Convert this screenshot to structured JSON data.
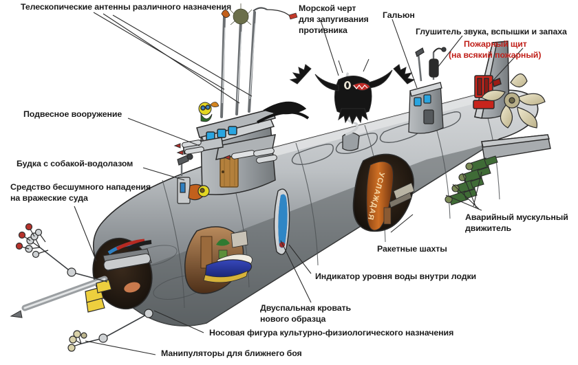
{
  "diagram": {
    "title": "Телескопические антенны различного назначения",
    "subject": "submarine-cutaway-humorous-diagram",
    "language": "ru",
    "background_color": "#ffffff",
    "text_color": "#1b1b1b",
    "palette": {
      "hull_light": "#c9cbcd",
      "hull_mid": "#9a9ea2",
      "hull_dark": "#6f7477",
      "hull_shadow": "#4c5052",
      "outline": "#2b2b2b",
      "window_blue": "#2aa5e0",
      "door_wood": "#b4803c",
      "bed_blue": "#22309a",
      "cabin_brown": "#8a5a33",
      "bottle_orange": "#c9651d",
      "fire_red": "#d2261d",
      "propeller_cream": "#d9cfa8",
      "oar_green": "#3f6b36",
      "gauge_blue": "#2f86c5",
      "devil_black": "#151515",
      "devil_mouth": "#c02a26",
      "brass_yellow": "#e8c63a",
      "spring_grey": "#cfcfcf"
    }
  },
  "labels": [
    {
      "id": "telescopic-antennas",
      "text": "Телескопические антенны различного назначения"
    },
    {
      "id": "suspended-armament",
      "text": "Подвесное вооружение"
    },
    {
      "id": "dog-diver-kennel",
      "text": "Будка с собакой-водолазом"
    },
    {
      "id": "silent-attack-means-1",
      "text": "Средство бесшумного нападения"
    },
    {
      "id": "silent-attack-means-2",
      "text": "на вражеские суда"
    },
    {
      "id": "sea-devil-1",
      "text": "Морской черт"
    },
    {
      "id": "sea-devil-2",
      "text": "для запугивания"
    },
    {
      "id": "sea-devil-3",
      "text": "противника"
    },
    {
      "id": "galley-head",
      "text": "Гальюн"
    },
    {
      "id": "silencer",
      "text": "Глушитель звука, вспышки и запаха"
    },
    {
      "id": "fire-board-1",
      "text": "Пожарный щит"
    },
    {
      "id": "fire-board-2",
      "text": "(на всякий пожарный)"
    },
    {
      "id": "emergency-muscle-1",
      "text": "Аварийный мускульный"
    },
    {
      "id": "emergency-muscle-2",
      "text": "движитель"
    },
    {
      "id": "missile-silos",
      "text": "Ракетные шахты"
    },
    {
      "id": "water-level-indicator",
      "text": "Индикатор уровня воды внутри лодки"
    },
    {
      "id": "double-bed-1",
      "text": "Двуспальная кровать"
    },
    {
      "id": "double-bed-2",
      "text": "нового образца"
    },
    {
      "id": "figurehead",
      "text": "Носовая фигура культурно-физиологического назначения"
    },
    {
      "id": "manipulators",
      "text": "Манипуляторы для ближнего боя"
    }
  ],
  "artwork_parts": [
    {
      "name": "hull-main",
      "desc": "large grey submarine hull, bow lower-left, stern upper-right"
    },
    {
      "name": "conning-tower",
      "desc": "sail with blue windows, wooden door, diving planes"
    },
    {
      "name": "bow-cutaway",
      "desc": "open bow section with torpedo machinery and spear"
    },
    {
      "name": "bedroom-cutaway",
      "desc": "cutaway showing blue double bed, pillows, potted plant"
    },
    {
      "name": "bottle-cutaway",
      "desc": "cutaway missile silo containing large orange bottle"
    },
    {
      "name": "stern-fin",
      "desc": "vertical stabiliser carrying red fire-fighting board"
    },
    {
      "name": "propeller",
      "desc": "cream coloured seven-blade propeller"
    },
    {
      "name": "oars",
      "desc": "row of green oars along stern flank"
    },
    {
      "name": "sea-devil",
      "desc": "black horned devil puppet mounted on a coil spring"
    },
    {
      "name": "deckhouse",
      "desc": "small grey deckhouse with antenna and silencer"
    },
    {
      "name": "gauge-tube",
      "desc": "blue vertical tube gauge on hull flank"
    },
    {
      "name": "manipulator-claws",
      "desc": "two articulated claw arms on long rods"
    },
    {
      "name": "kennel",
      "desc": "small kennel with a dog wearing a diving mask"
    }
  ],
  "bottle_text": "УСЛАЖДАЯ"
}
